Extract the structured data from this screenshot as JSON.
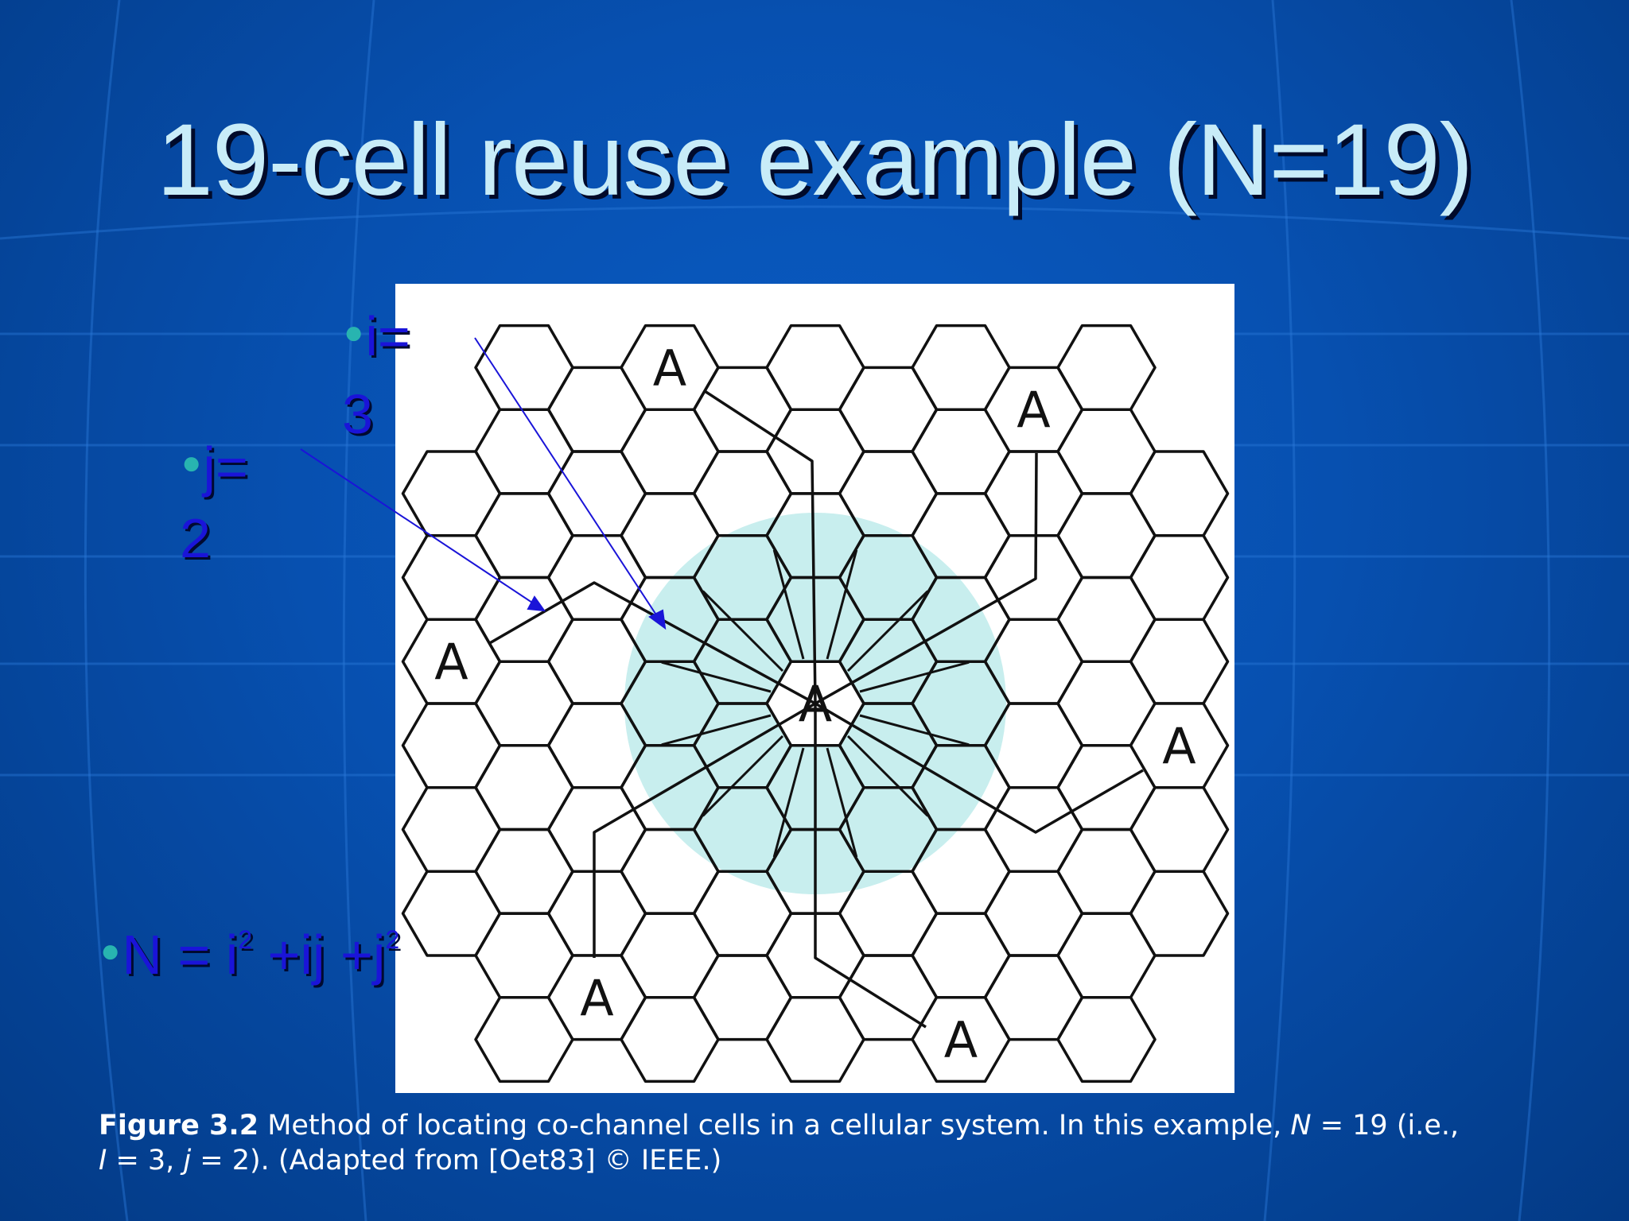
{
  "slide": {
    "title": "19-cell reuse example (N=19)"
  },
  "bullets": {
    "i_label": "i=",
    "i_value": "3",
    "j_label": "j=",
    "j_value": "2",
    "formula_n": "N = i",
    "formula_sup1": "2",
    "formula_mid": " +ij +j",
    "formula_sup2": "2"
  },
  "figure": {
    "cell_label": "A",
    "caption_bold": "Figure 3.2",
    "caption_line1": " Method of locating co-channel cells in a cellular system.  In this example, ",
    "caption_n": "N",
    "caption_eq": " = 19 (i.e.,",
    "caption_i": "I",
    "caption_mid": " = 3, ",
    "caption_j": "j",
    "caption_end": " = 2). (Adapted from [Oet83] © IEEE.)"
  },
  "colors": {
    "background": "#0750b0",
    "title": "#c8ecf8",
    "bullet_text": "#1a14d8",
    "bullet_dot": "#28b4b0",
    "highlight_circle": "#c8eeee",
    "arrow": "#1a14d8"
  }
}
